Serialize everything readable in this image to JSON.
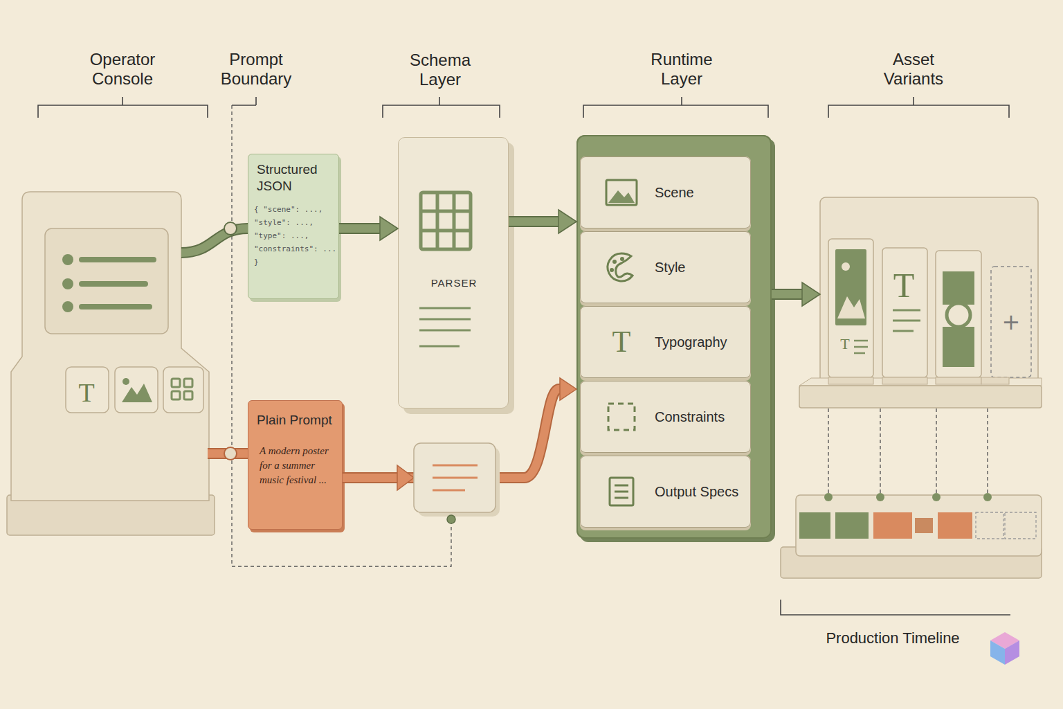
{
  "diagram": {
    "nodes": [
      {
        "text": [
          "Operator Console"
        ]
      },
      {
        "text": [
          "Structured JSON",
          "{ \"scene\": ..., \"style\": ..., \"type\": ..., \"constraints\": ... }"
        ]
      },
      {
        "text": [
          "Plain Prompt",
          "A modern poster for a summer music festival ..."
        ]
      },
      {
        "text": [
          "Schema Layer",
          "PARSER"
        ]
      },
      {
        "text": [
          "Runtime Layer"
        ]
      },
      {
        "text": [
          "Scene"
        ],
        "in": 4
      },
      {
        "text": [
          "Style"
        ],
        "in": 4
      },
      {
        "text": [
          "Typography"
        ],
        "in": 4
      },
      {
        "text": [
          "Constraints"
        ],
        "in": 4
      },
      {
        "text": [
          "Output Specs"
        ],
        "in": 4
      },
      {
        "text": [
          "Asset Variants"
        ]
      },
      {
        "text": [
          "Production Timeline"
        ]
      }
    ],
    "edges": [
      {
        "from": 0,
        "to": 1,
        "arrow": "none"
      },
      {
        "from": 0,
        "to": 2,
        "arrow": "none"
      },
      {
        "from": 1,
        "to": 3,
        "arrow": "to"
      },
      {
        "from": 3,
        "to": 4,
        "arrow": "to"
      },
      {
        "from": 2,
        "to": 4,
        "arrow": "to"
      },
      {
        "from": 4,
        "to": 10,
        "arrow": "to"
      },
      {
        "from": 10,
        "to": 11,
        "arrow": "none"
      },
      {
        "from": 10,
        "to": 11,
        "arrow": "none"
      },
      {
        "from": 10,
        "to": 11,
        "arrow": "none"
      },
      {
        "from": 10,
        "to": 11,
        "arrow": "none"
      }
    ],
    "labels": [
      "Prompt Boundary",
      "T",
      "T",
      "T",
      "T",
      "+"
    ]
  }
}
